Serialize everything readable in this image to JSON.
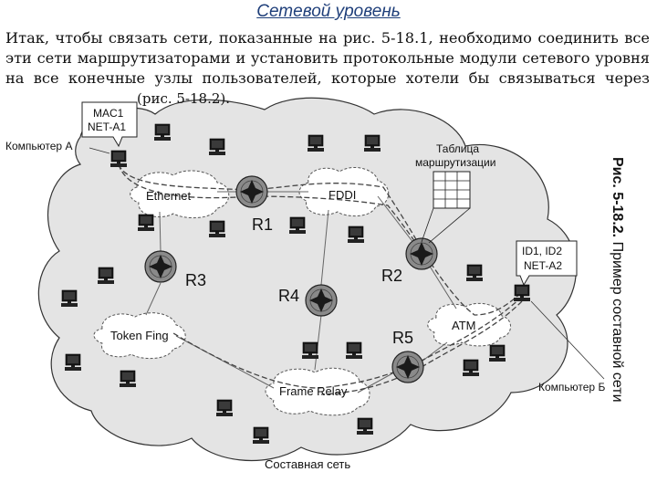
{
  "page": {
    "title": "Сетевой уровень",
    "paragraph_lines": [
      "Итак, чтобы связать сети, показанные на рис. 5-18.1, необходимо соединить все",
      "эти сети маршрутизаторами и установить протокольные модули сетевого уровня",
      "на все конечные узлы пользователей, которые хотели бы связываться через"
    ],
    "paragraph_tail": "(рис. 5-18.2)."
  },
  "figure": {
    "caption_number": "Рис. 5-18.2.",
    "caption_text": "Пример составной сети",
    "computer_a_label": "Компьютер А",
    "computer_b_label": "Компьютер Б",
    "address_a_line1": "MAC1",
    "address_a_line2": "NET-A1",
    "address_b_line1": "ID1, ID2",
    "address_b_line2": "NET-A2",
    "routing_table_line1": "Таблица",
    "routing_table_line2": "маршрутизации",
    "net_ethernet": "Ethernet",
    "net_fddi": "FDDI",
    "net_token": "Token Fing",
    "net_atm": "ATM",
    "net_frame_relay": "Frame Relay",
    "routers": [
      "R1",
      "R2",
      "R3",
      "R4",
      "R5"
    ],
    "composite_label": "Составная сеть"
  },
  "colors": {
    "title": "#1f3f7a",
    "cloud_fill": "#e4e4e4",
    "cloud_stroke": "#333333",
    "router": "#8a8a8a"
  }
}
